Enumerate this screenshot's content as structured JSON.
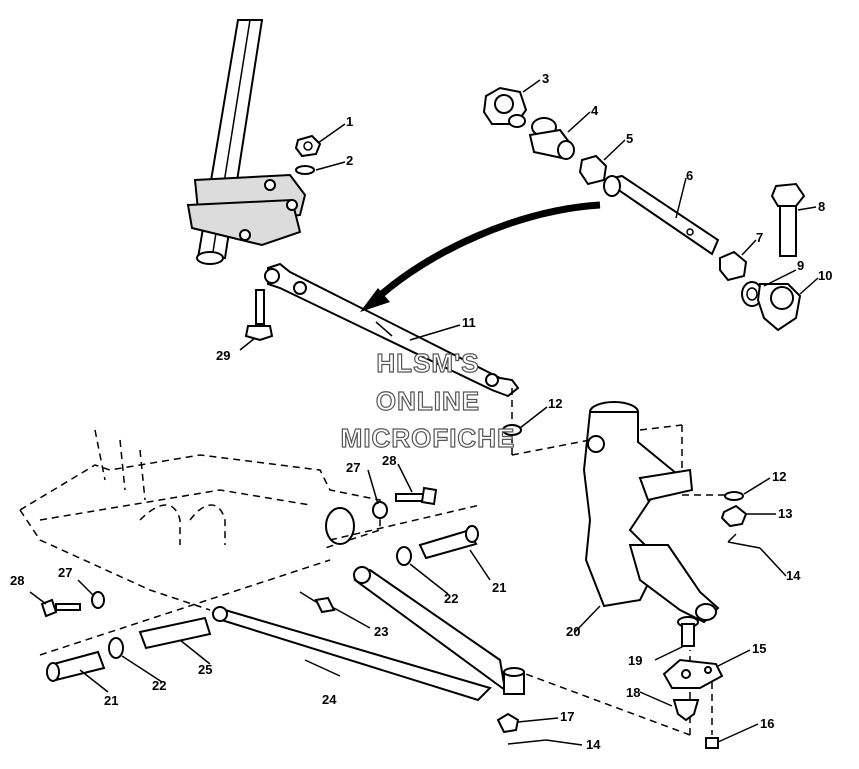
{
  "watermark": {
    "line1": "HLSM'S",
    "line2": "ONLINE",
    "line3": "MICROFICHE"
  },
  "callouts": {
    "c1": "1",
    "c2": "2",
    "c3": "3",
    "c4": "4",
    "c5": "5",
    "c6": "6",
    "c7": "7",
    "c8": "8",
    "c9": "9",
    "c10": "10",
    "c11": "11",
    "c12a": "12",
    "c12b": "12",
    "c13": "13",
    "c14a": "14",
    "c14b": "14",
    "c15": "15",
    "c16": "16",
    "c17": "17",
    "c18": "18",
    "c19": "19",
    "c20": "20",
    "c21a": "21",
    "c21b": "21",
    "c22a": "22",
    "c22b": "22",
    "c23": "23",
    "c24": "24",
    "c25": "25",
    "c27a": "27",
    "c27b": "27",
    "c28a": "28",
    "c28b": "28",
    "c29": "29"
  }
}
